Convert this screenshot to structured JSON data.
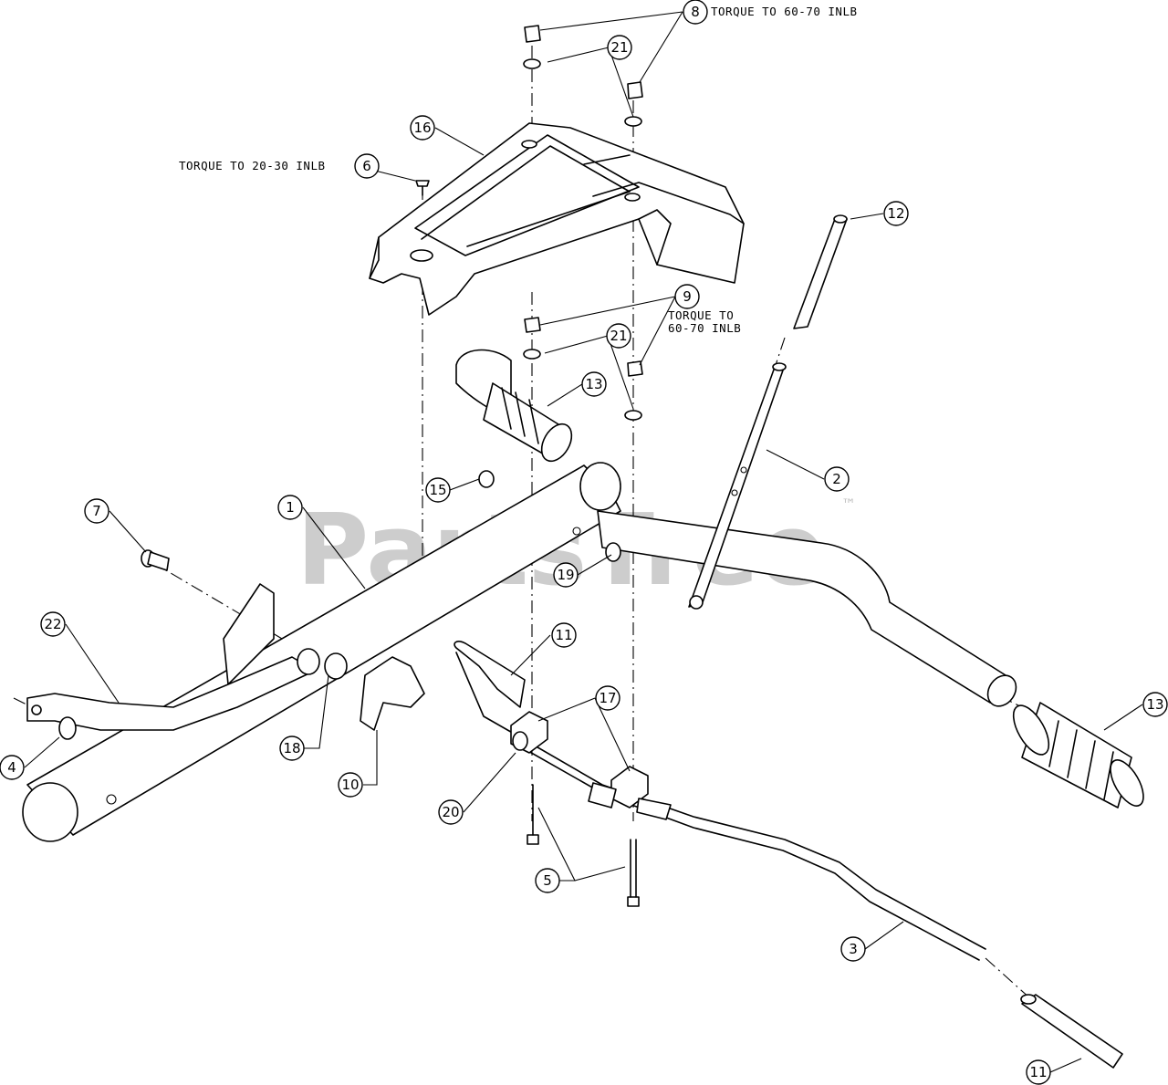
{
  "watermark": {
    "text": "PartsTree",
    "tm": "™"
  },
  "notes": {
    "torque_8": "TORQUE TO 60-70 INLB",
    "torque_6": "TORQUE TO 20-30 INLB",
    "torque_9_line1": "TORQUE TO",
    "torque_9_line2": "60-70 INLB"
  },
  "callouts": {
    "c1": "1",
    "c2": "2",
    "c3": "3",
    "c4": "4",
    "c5": "5",
    "c6": "6",
    "c7": "7",
    "c8": "8",
    "c9": "9",
    "c10": "10",
    "c11a": "11",
    "c11b": "11",
    "c12": "12",
    "c13a": "13",
    "c13b": "13",
    "c15": "15",
    "c16": "16",
    "c17": "17",
    "c18": "18",
    "c19": "19",
    "c20": "20",
    "c21a": "21",
    "c21b": "21",
    "c22": "22"
  }
}
